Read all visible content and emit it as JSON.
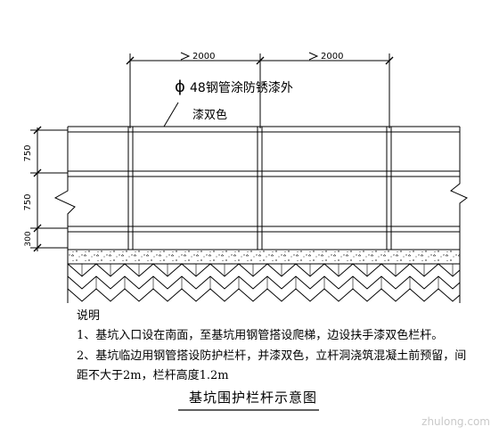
{
  "drawing": {
    "dims_top": [
      "2000",
      "2000"
    ],
    "dims_left": [
      "750",
      "750",
      "300"
    ],
    "pipe_callout": {
      "symbol": "ϕ",
      "line1": "48钢管涂防锈漆外",
      "line2": "漆双色"
    }
  },
  "notes": {
    "heading": "说明",
    "item1": "1、基坑入口设在南面，至基坑用钢管搭设爬梯，边设扶手漆双色栏杆。",
    "item2_line1": "2、基坑临边用钢管搭设防护栏杆，并漆双色，立杆洞浇筑混凝土前预留，间",
    "item2_line2": "距不大于2m，栏杆高度1.2m"
  },
  "title": "基坑围护栏杆示意图",
  "watermark": "zhulong.com"
}
